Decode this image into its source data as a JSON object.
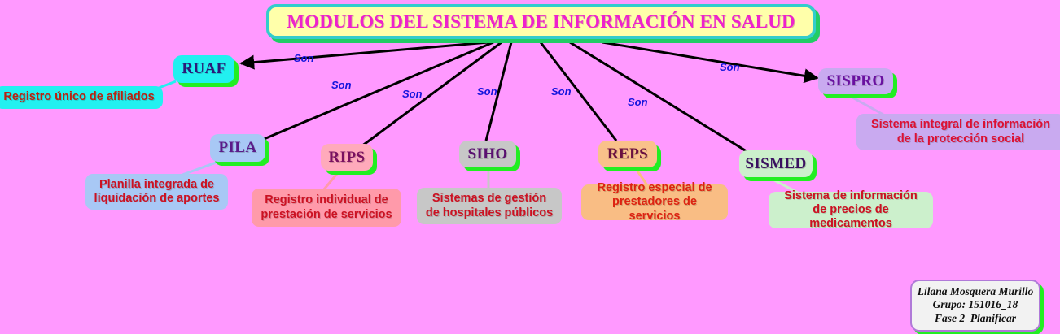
{
  "diagram": {
    "background_color": "#ff99ff",
    "title": {
      "text": "MODULOS DEL SISTEMA DE INFORMACIÓN EN SALUD",
      "fill": "#ffffaa",
      "border": "#33cccc",
      "text_color": "#ee22cc"
    },
    "edge_label_text": "Son",
    "edge_label_color": "#1515dd",
    "nodes": [
      {
        "id": "ruaf",
        "label": "RUAF",
        "fill": "#22f0f0",
        "label_color": "#2b1a7a",
        "description": "Registro único de afiliados",
        "desc_fill": "#22f0f0",
        "desc_color": "#bb2211"
      },
      {
        "id": "pila",
        "label": "PILA",
        "fill": "#a8c8f5",
        "label_color": "#5a1a8a",
        "description": "Planilla integrada de liquidación de aportes",
        "desc_fill": "#a8c8f5",
        "desc_color": "#cc1122"
      },
      {
        "id": "rips",
        "label": "RIPS",
        "fill": "#ffaabb",
        "label_color": "#7a1060",
        "description": "Registro individual de prestación de servicios",
        "desc_fill": "#ff9aaa",
        "desc_color": "#cc1122"
      },
      {
        "id": "siho",
        "label": "SIHO",
        "fill": "#c7c7c7",
        "label_color": "#5a1070",
        "description": "Sistemas de gestión de hospitales públicos",
        "desc_fill": "#c7c7c7",
        "desc_color": "#cc1122"
      },
      {
        "id": "reps",
        "label": "REPS",
        "fill": "#f9c18a",
        "label_color": "#6a1040",
        "description": "Registro especial de prestadores de servicios",
        "desc_fill": "#f9bd84",
        "desc_color": "#dd2211"
      },
      {
        "id": "sismed",
        "label": "SISMED",
        "fill": "#ccf0cc",
        "label_color": "#3a1060",
        "description": "Sistema de información de precios de medicamentos",
        "desc_fill": "#ccf0cc",
        "desc_color": "#cc1122"
      },
      {
        "id": "sispro",
        "label": "SISPRO",
        "fill": "#c9aaf0",
        "label_color": "#6a10a0",
        "description": "Sistema integral de información de la protección social",
        "desc_fill": "#c9aaf0",
        "desc_color": "#dd1133"
      }
    ],
    "edge_labels": [
      "Son",
      "Son",
      "Son",
      "Son",
      "Son",
      "Son",
      "Son"
    ],
    "signature": {
      "line1": "Lilana Mosquera Murillo",
      "line2": "Grupo: 151016_18",
      "line3": "Fase 2_Planificar"
    }
  }
}
